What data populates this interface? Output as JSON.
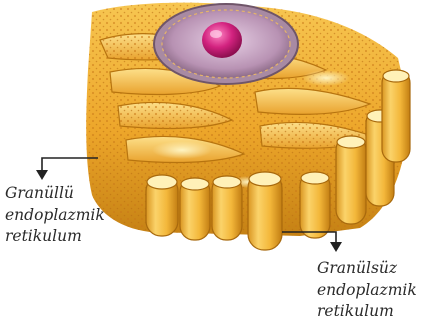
{
  "labels": {
    "rough_er": [
      "Granüllü",
      "endoplazmik",
      "retikulum"
    ],
    "smooth_er": [
      "Granülsüz",
      "endoplazmik",
      "retikulum"
    ]
  },
  "colors": {
    "background": "#ffffff",
    "er_membrane": "#f2b93b",
    "er_shadow": "#c78514",
    "ribosome_dots": "#c97818",
    "nucleus_envelope": "#8e7a86",
    "nucleoplasm": "#c3a3c0",
    "nucleolus": "#c81b7a",
    "leader_line": "#222222",
    "label_text": "#2a2a2a"
  },
  "icons": {
    "leader_arrow": "arrowhead-down"
  }
}
